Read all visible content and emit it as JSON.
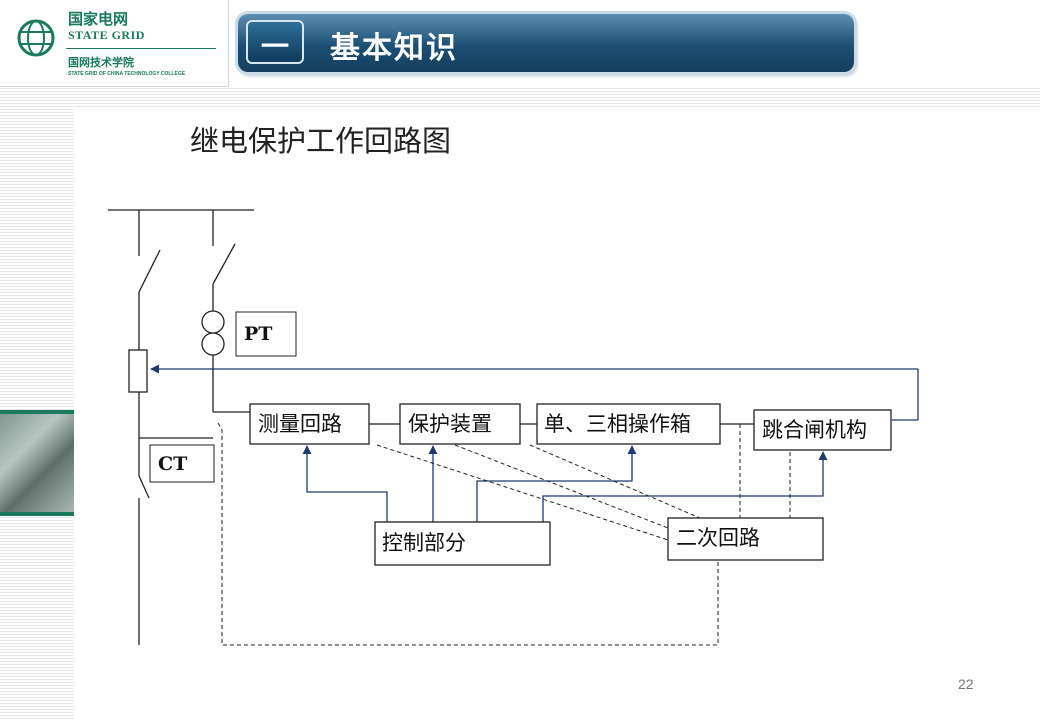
{
  "logo": {
    "name_cn": "国家电网",
    "name_en": "STATE GRID",
    "college_cn": "国网技术学院",
    "college_en": "STATE GRID OF CHINA TECHNOLOGY COLLEGE"
  },
  "banner": {
    "number": "一",
    "title": "基本知识"
  },
  "slide": {
    "title": "继电保护工作回路图",
    "page_number": "22"
  },
  "diagram": {
    "pt_label": "PT",
    "ct_label": "CT",
    "measure_label": "测量回路",
    "protect_label": "保护装置",
    "opbox_label": "单、三相操作箱",
    "trip_label": "跳合闸机构",
    "control_label": "控制部分",
    "secondary_label": "二次回路"
  },
  "colors": {
    "banner_dark": "#163f5e",
    "brand_green": "#1b7a5e",
    "arrow_blue": "#1f3a6e"
  }
}
